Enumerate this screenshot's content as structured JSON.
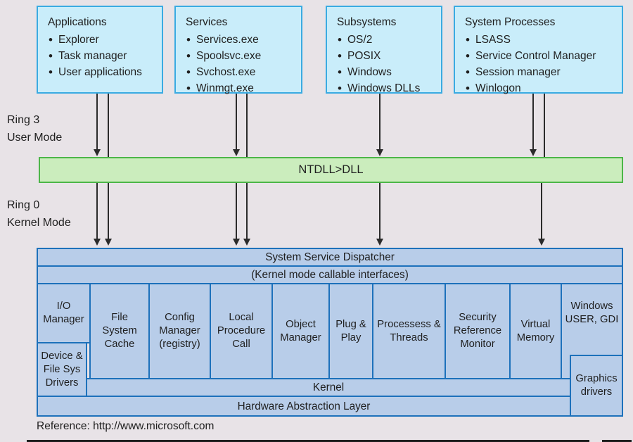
{
  "labels": {
    "ring3": "Ring 3",
    "user_mode": "User Mode",
    "ring0": "Ring 0",
    "kernel_mode": "Kernel Mode",
    "reference": "Reference: http://www.microsoft.com"
  },
  "top_boxes": [
    {
      "title": "Applications",
      "items": [
        "Explorer",
        "Task manager",
        "User applications"
      ]
    },
    {
      "title": "Services",
      "items": [
        "Services.exe",
        "Spoolsvc.exe",
        "Svchost.exe",
        "Winmgt.exe"
      ]
    },
    {
      "title": "Subsystems",
      "items": [
        "OS/2",
        "POSIX",
        "Windows",
        "Windows DLLs"
      ]
    },
    {
      "title": "System Processes",
      "items": [
        "LSASS",
        "Service Control Manager",
        "Session manager",
        "Winlogon"
      ]
    }
  ],
  "ntdll_band": {
    "label": "NTDLL>DLL"
  },
  "kernel_area": {
    "dispatcher": "System Service Dispatcher",
    "callable_interfaces": "(Kernel mode callable interfaces)",
    "columns": [
      "I/O Manager",
      "File System Cache",
      "Config Manager (registry)",
      "Local Procedure Call",
      "Object Manager",
      "Plug & Play",
      "Processess & Threads",
      "Security Reference Monitor",
      "Virtual Memory",
      "Windows USER, GDI"
    ],
    "device_drivers": "Device & File Sys Drivers",
    "graphics_drivers": "Graphics drivers",
    "kernel": "Kernel",
    "hal": "Hardware Abstraction Layer"
  },
  "colors": {
    "background": "#e8e3e7",
    "user_box_fill": "#c9edfa",
    "user_box_border": "#3aabe2",
    "ntdll_fill": "#cbedbd",
    "ntdll_border": "#4cb648",
    "kernel_fill": "#b8cde9",
    "kernel_border": "#1d71bb",
    "arrow": "#2b2b2b",
    "text": "#1f1f1f"
  }
}
